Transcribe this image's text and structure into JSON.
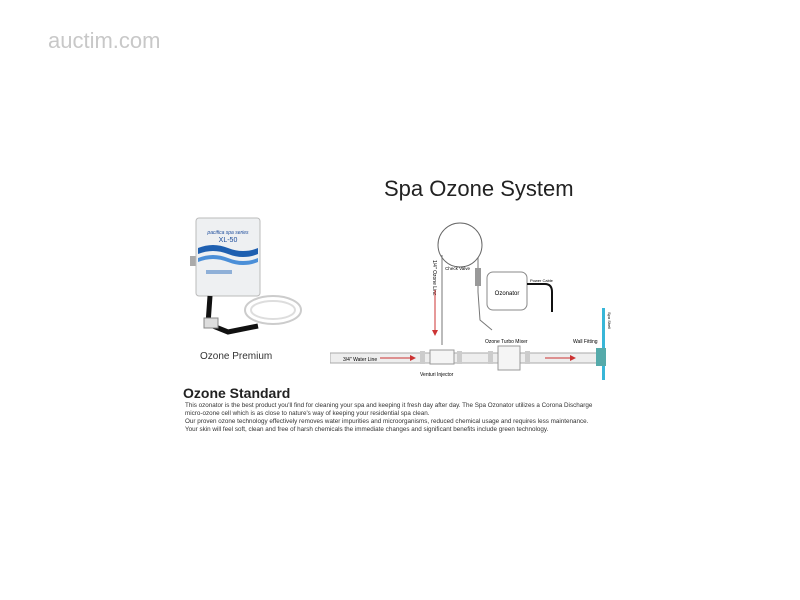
{
  "watermark": "auctim.com",
  "diagram": {
    "title": "Spa Ozone System",
    "labels": {
      "ozone_line": "1/4\" Ozone Line",
      "check_valve": "Check Valve",
      "ozonator": "Ozonator",
      "power_cable": "Power Cable",
      "spa_shell": "Spa Shell",
      "turbo_mixer": "Ozone Turbo Mixer",
      "wall_fitting": "Wall Fitting",
      "water_line": "3/4\" Water Line",
      "venturi": "Venturi Injector"
    }
  },
  "product": {
    "series": "pacifica spa series",
    "model": "XL-50",
    "caption": "Ozone Premium"
  },
  "standard": {
    "title": "Ozone Standard",
    "lines": [
      "This ozonator is the best product you'll find for cleaning your spa and keeping it fresh day after day.  The Spa Ozonator utilizes a Corona Discharge",
      "micro-ozone cell which is as close to nature's way of keeping your residential spa clean.",
      "Our proven ozone technology effectively removes water impurities and microorganisms, reduced chemical usage and requires less maintenance.",
      "Your skin will feel soft, clean and free of harsh chemicals the immediate changes and significant benefits include green technology."
    ]
  }
}
